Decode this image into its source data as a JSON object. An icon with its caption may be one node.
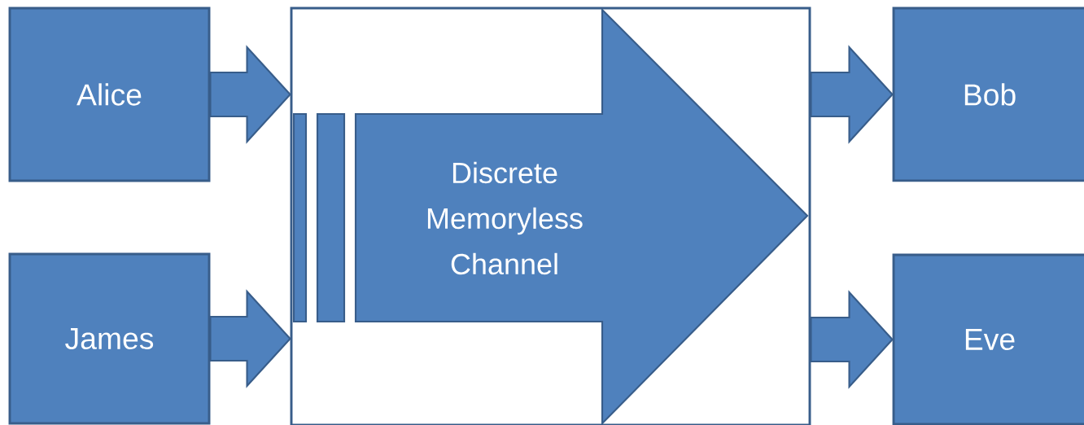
{
  "diagram": {
    "nodes": [
      {
        "text": [
          "Alice"
        ]
      },
      {
        "text": [
          "James"
        ]
      },
      {
        "text": [],
        "shape": "box"
      },
      {
        "text": [
          "Discrete Memoryless Channel"
        ],
        "in": 2
      },
      {
        "text": [
          "Bob"
        ]
      },
      {
        "text": [
          "Eve"
        ]
      }
    ],
    "edges": [
      {
        "from": 0,
        "to": 2,
        "arrow": "to"
      },
      {
        "from": 1,
        "to": 2,
        "arrow": "to"
      },
      {
        "from": 2,
        "to": 4,
        "arrow": "to"
      },
      {
        "from": 2,
        "to": 5,
        "arrow": "to"
      }
    ]
  }
}
